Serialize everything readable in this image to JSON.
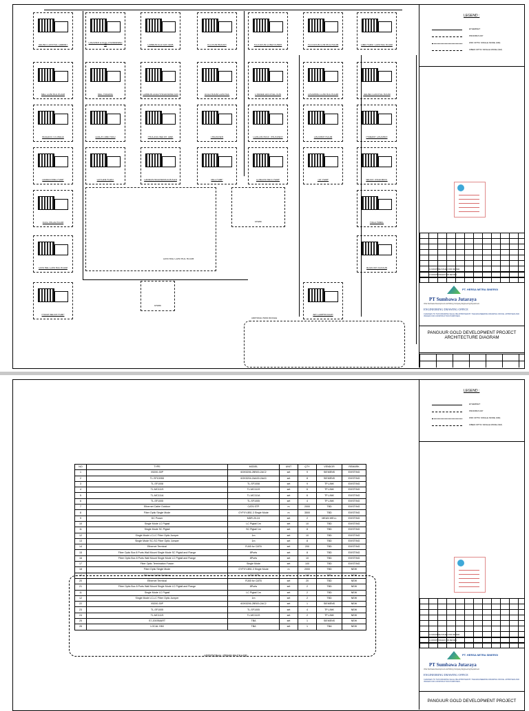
{
  "sheet1": {
    "legend": {
      "title": "LEGEND :",
      "rows": [
        "ETHERNET",
        "PROFIBUS DP",
        "WIFI OPTIC SINGLE MODE (SM)",
        "FIBER OPTIC SINGLE MODE (SM)"
      ]
    },
    "stations": [
      {
        "name": "TAILING CONTROL CABINET"
      },
      {
        "name": "CRUSHER & ELECTROWINNING JB"
      },
      {
        "name": "CARBON ELUTION TANK"
      },
      {
        "name": "ELUTION HEATER"
      },
      {
        "name": "FLOTATION CONDITIONER"
      },
      {
        "name": "FLOTATION CONTROL ROOM"
      },
      {
        "name": "LIME PLANT CONTROL ROOM"
      },
      {
        "name": "MILL CONTROL ROOM"
      },
      {
        "name": "MILL FEEDING"
      },
      {
        "name": "CARBON LEACH REGENERATION"
      },
      {
        "name": "GOLD ROOM CONTROL"
      },
      {
        "name": "CYANIDE DESTRUCTION"
      },
      {
        "name": "CRUSHING CONTROL ROOM"
      },
      {
        "name": "TAILING CONTROL ROOM"
      },
      {
        "name": "REAGENT STORAGE"
      },
      {
        "name": "LEACH TANK FEED"
      },
      {
        "name": "PROCESS WATER TANK"
      },
      {
        "name": "THICKENER"
      },
      {
        "name": "CONCENTRATE THICKENER"
      },
      {
        "name": "CRUSHER ROOM"
      },
      {
        "name": "PRIMARY CRUSHER"
      },
      {
        "name": "DEWATERING PUMP"
      },
      {
        "name": "OXYGEN PLANT"
      },
      {
        "name": "CARBON REGENERATION KILN"
      },
      {
        "name": "MILL PUMP"
      },
      {
        "name": "CONCENTRATE PUMP"
      },
      {
        "name": "TSF PUMP"
      },
      {
        "name": "WATER TREATMENT"
      },
      {
        "name": "ELECTRICAL ROOM"
      },
      {
        "name": "CENTRAL CONTROL ROOM"
      },
      {
        "name": "FIELD PANEL"
      },
      {
        "name": "BOOSTER STATION"
      },
      {
        "name": "FRESH WATER PUMP"
      },
      {
        "name": "AIR COMPRESSOR"
      }
    ],
    "central_room": "CENTRAL CONTROL ROOM",
    "spare_label": "SPARE",
    "additional_label": "ADDITIONAL ITEMS PACKAGE"
  },
  "titleblock": {
    "logo_text": "PT. HERSA MITRA SINERGI",
    "company": "PT Sumbawa Jutaraya",
    "company_sub": "Ultra Sumbawa Development and Mining Company Engineering Department",
    "dept": "ENGINEERING DRAWING OFFICE",
    "note": "CHANGES TO THIS DRAWING SHALL BE APPROVED BY THE ENGINEERING DRAWING OFFICE. APPROVED AND ISSUED FOR CONSTRUCTION PURPOSES.",
    "project": "PANGUUR GOLD DEVELOPMENT PROJECT",
    "drawing_title": "ARCHITECTURE DIAGRAM",
    "rev_rows": [
      "0  21/03/25  RE-ISSUED FOR REVIEW",
      "A  10/03/25  ISSUED FOR REVIEW"
    ]
  },
  "bom": {
    "headers": [
      "NO",
      "TYPE",
      "MODEL",
      "UNIT",
      "QTY",
      "VENDOR",
      "REMARK"
    ],
    "rows": [
      [
        "1",
        "X5200-30P",
        "6GK5206-2BS00-2AC2",
        "set",
        "9",
        "SIEMENS",
        "EXISTING"
      ],
      [
        "2",
        "TL-SF1005D",
        "6GK5204-2AA00-2AA3",
        "set",
        "8",
        "SIEMENS",
        "EXISTING"
      ],
      [
        "3",
        "TL-SF1008",
        "TL-SF1008",
        "set",
        "9",
        "TP-LINK",
        "EXISTING"
      ],
      [
        "4",
        "TL-MC111S",
        "TL-MC111S",
        "set",
        "6",
        "TP-LINK",
        "EXISTING"
      ],
      [
        "5",
        "TL-MC111A",
        "TL-MC111A",
        "set",
        "6",
        "TP-LINK",
        "EXISTING"
      ],
      [
        "6",
        "TL-SF1005",
        "TL-SF1005",
        "set",
        "4",
        "TP-LINK",
        "EXISTING"
      ],
      [
        "7",
        "Ethernet Cable Outdoor",
        "CAT6 STP",
        "m",
        "2000",
        "TBD",
        "EXISTING"
      ],
      [
        "8",
        "Fiber Optic Single Mode",
        "GYFXY-8B1.3 Single Mode",
        "m",
        "3500",
        "TBD",
        "EXISTING"
      ],
      [
        "9",
        "DC Power",
        "MDR-20-24",
        "set",
        "2",
        "MEAN WELL",
        "EXISTING"
      ],
      [
        "10",
        "Single Mode LC Pigtail",
        "LC Pigtail 1m",
        "set",
        "10",
        "TBD",
        "EXISTING"
      ],
      [
        "11",
        "Single Mode SC Pigtail",
        "SC Pigtail 1m",
        "set",
        "8",
        "TBD",
        "EXISTING"
      ],
      [
        "12",
        "Single Mode LC-LC Fiber Optic Jumper",
        "1m",
        "set",
        "10",
        "TBD",
        "EXISTING"
      ],
      [
        "13",
        "Single Mode SC-SC Fiber Optic Jumper",
        "1m",
        "set",
        "8",
        "TBD",
        "EXISTING"
      ],
      [
        "14",
        "Ethernet Terminal",
        "RJ45 for CAT6",
        "set",
        "200",
        "TBD",
        "EXISTING"
      ],
      [
        "15",
        "Fiber Optic Box 8 Ports Wall Mount Single Mode SC Pigtail and Flange",
        "8Ports",
        "set",
        "8",
        "TBD",
        "EXISTING"
      ],
      [
        "16",
        "Fiber Optic Box 8 Ports Wall Mount Single Mode LC Pigtail and Flange",
        "8Ports",
        "set",
        "10",
        "TBD",
        "EXISTING"
      ],
      [
        "17",
        "Fiber Optic Termination Fusion",
        "Single Mode",
        "set",
        "100",
        "TBD",
        "EXISTING"
      ],
      [
        "18",
        "Fiber Optic Single Mode",
        "GYFXY-8B1.3 Single Mode",
        "m",
        "2000",
        "TBD",
        "NEW"
      ],
      [
        "19",
        "Ethernet Cable Outdoor",
        "CAT6 STP",
        "m",
        "100",
        "TBD",
        "NEW"
      ],
      [
        "20",
        "Ethernet Terminal",
        "RJ45 for CAT6",
        "set",
        "20",
        "TBD",
        "NEW"
      ],
      [
        "21",
        "Fiber Optic Box 8 Ports Wall Mount Single Mode LC Pigtail and Flange",
        "8Ports",
        "set",
        "2",
        "TBD",
        "NEW"
      ],
      [
        "11",
        "Single Mode LC Pigtail",
        "LC Pigtail 1m",
        "set",
        "2",
        "TBD",
        "NEW"
      ],
      [
        "12",
        "Single Mode LC-LC Fiber Optic Jumper",
        "1m",
        "set",
        "2",
        "TBD",
        "NEW"
      ],
      [
        "22",
        "X5200-30P",
        "6GK5206-2BS00-2AC2",
        "set",
        "1",
        "SIEMENS",
        "NEW"
      ],
      [
        "23",
        "TL-SF1005",
        "TL-SF1005",
        "set",
        "4",
        "TP-LINK",
        "NEW"
      ],
      [
        "24",
        "TL-MC111S",
        "TL-MC111S",
        "set",
        "2",
        "TP-LINK",
        "NEW"
      ],
      [
        "25",
        "S7-200SMART",
        "TBA",
        "set",
        "1",
        "SIEMENS",
        "NEW"
      ],
      [
        "26",
        "LOCAL HMI",
        "TBA",
        "set",
        "1",
        "TBA",
        "NEW"
      ]
    ]
  }
}
